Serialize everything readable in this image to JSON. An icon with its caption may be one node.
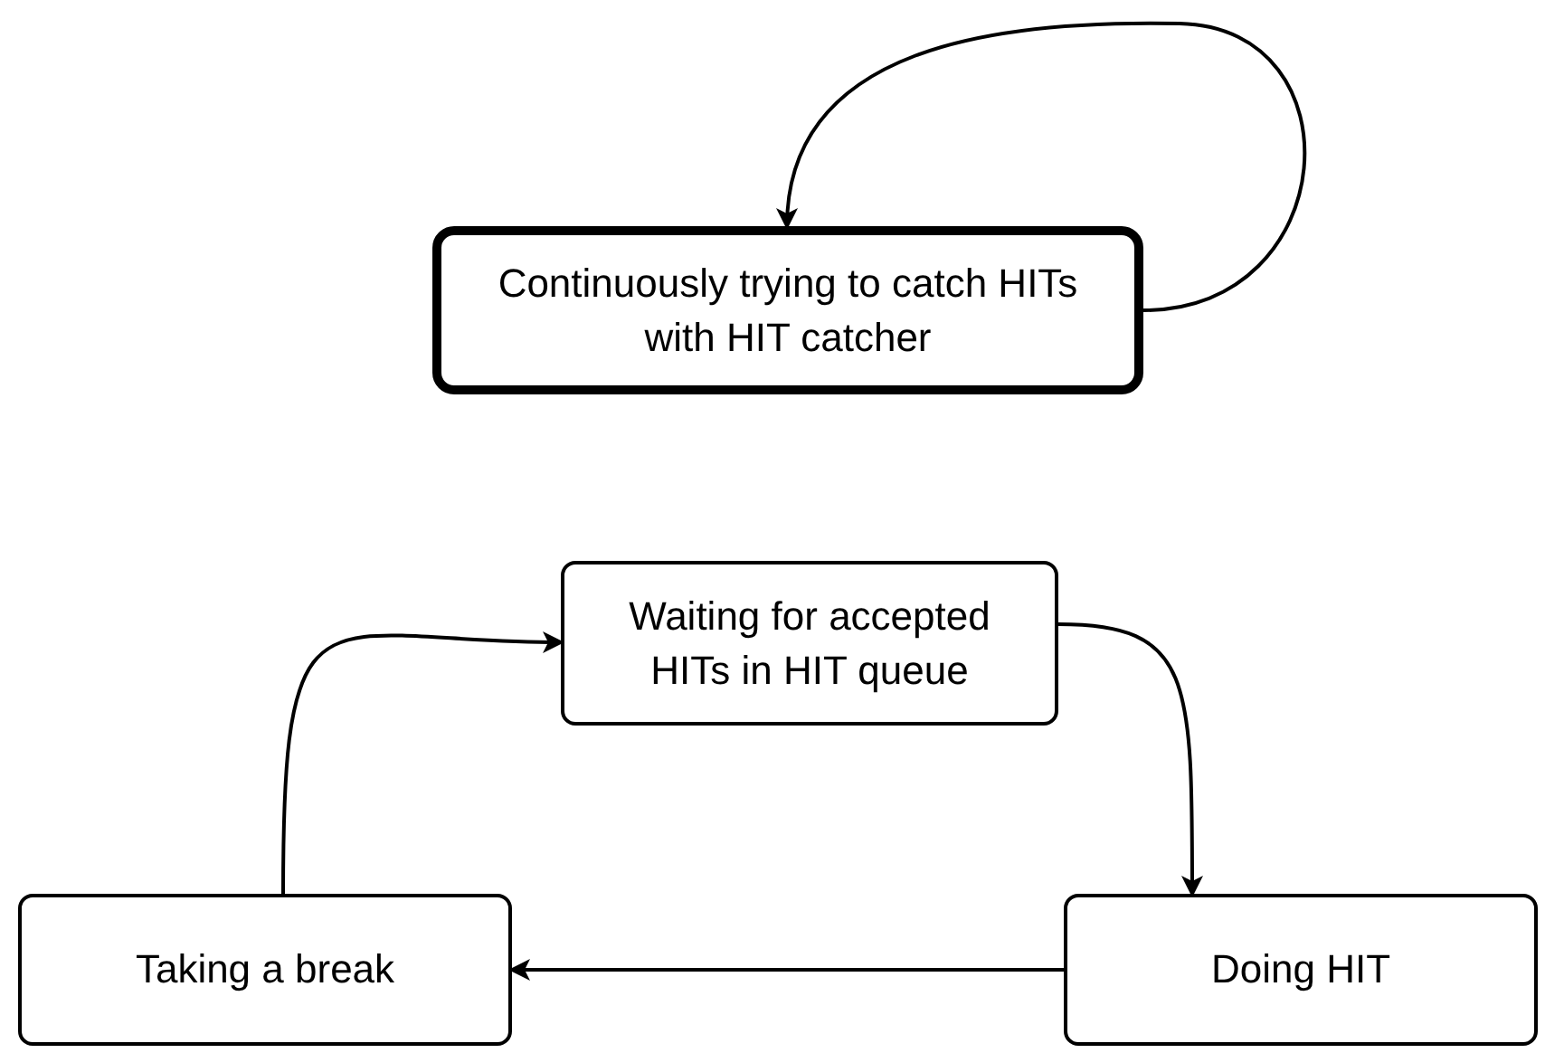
{
  "diagram": {
    "nodes": [
      {
        "text": [
          "Continuously trying to catch HITs with HIT catcher"
        ]
      },
      {
        "text": [
          "Waiting for accepted HITs in HIT queue"
        ]
      },
      {
        "text": [
          "Taking a break"
        ]
      },
      {
        "text": [
          "Doing HIT"
        ]
      }
    ],
    "edges": [
      {
        "from": 0,
        "to": 0,
        "arrow": "to"
      },
      {
        "from": 1,
        "to": 3,
        "arrow": "to"
      },
      {
        "from": 3,
        "to": 2,
        "arrow": "to"
      },
      {
        "from": 2,
        "to": 1,
        "arrow": "to"
      }
    ]
  }
}
